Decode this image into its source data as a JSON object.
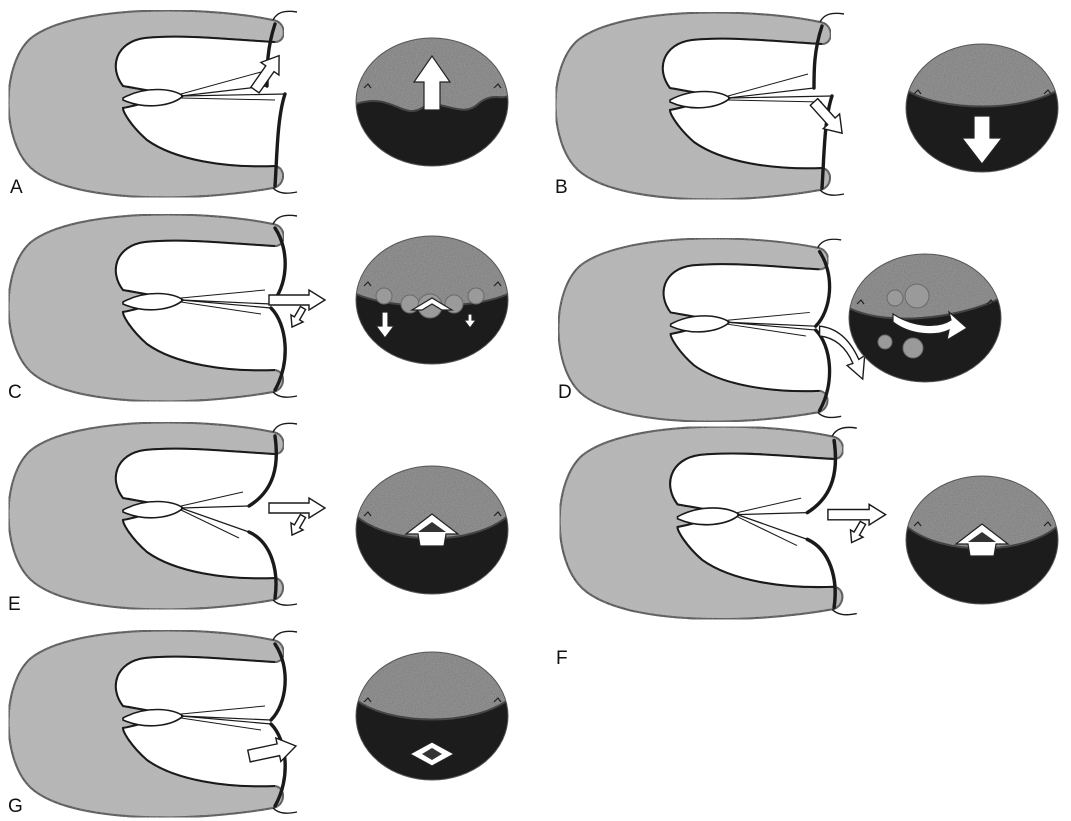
{
  "figure": {
    "panels": [
      {
        "label": "A",
        "flow": "up",
        "arrow": "straight",
        "leaflets": "open"
      },
      {
        "label": "B",
        "flow": "down",
        "arrow": "straight",
        "leaflets": "open"
      },
      {
        "label": "C",
        "flow": "split",
        "arrow": "split",
        "leaflets": "closed",
        "bubbles": true
      },
      {
        "label": "D",
        "flow": "curve",
        "arrow": "curve",
        "leaflets": "closed",
        "bubbles": true
      },
      {
        "label": "E",
        "flow": "center",
        "arrow": "split",
        "leaflets": "semi"
      },
      {
        "label": "F",
        "flow": "center",
        "arrow": "split",
        "leaflets": "semi"
      },
      {
        "label": "G",
        "flow": "bottom-center",
        "arrow": "straight",
        "leaflets": "closed"
      }
    ],
    "colors": {
      "myocardium": "#b8b8b8",
      "outline": "#1a1a1a",
      "circle_light": "#777777",
      "circle_dark": "#1c1c1c",
      "arrow_fill": "#ffffff"
    }
  }
}
